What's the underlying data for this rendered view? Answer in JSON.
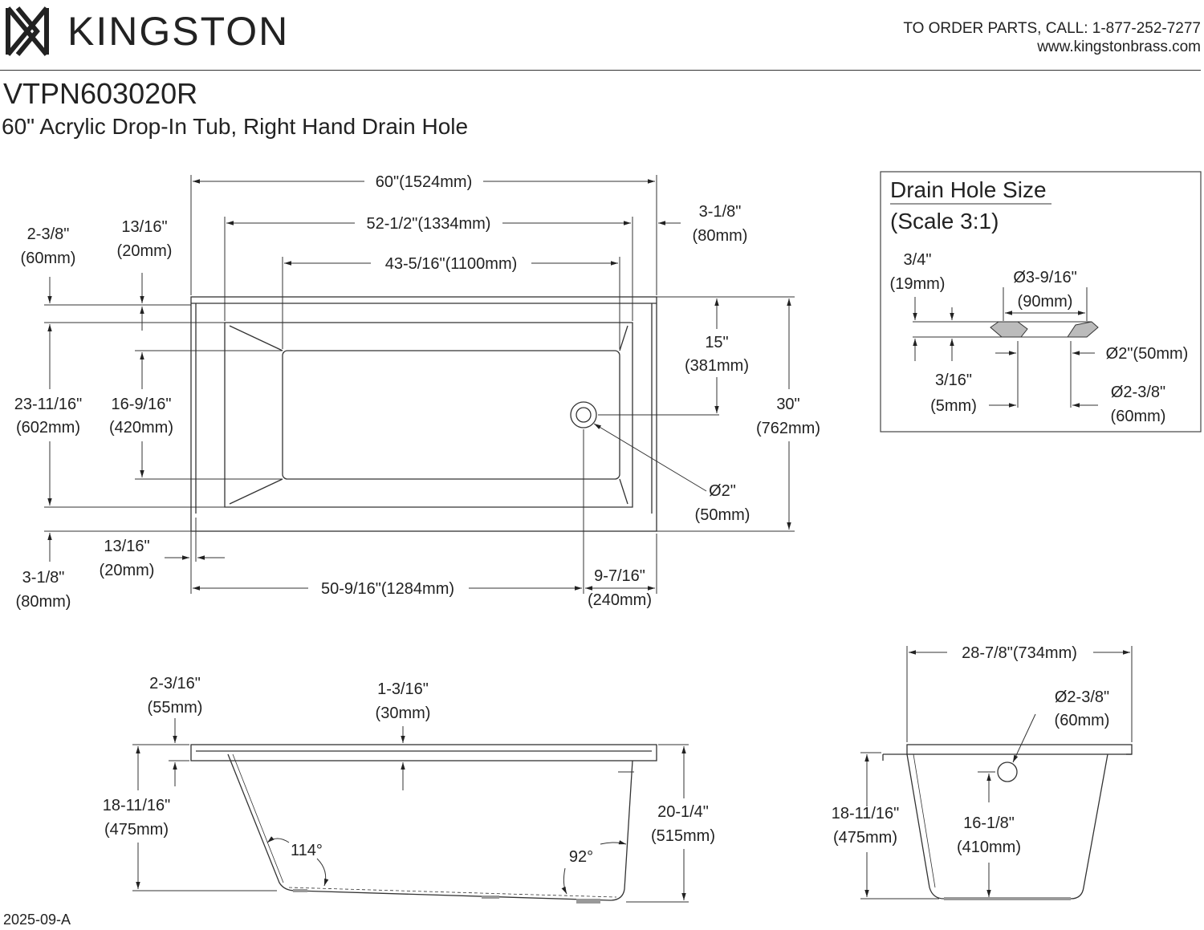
{
  "header": {
    "brand": "KINGSTON",
    "order_line": "TO ORDER PARTS, CALL: 1-877-252-7277",
    "website": "www.kingstonbrass.com",
    "model": "VTPN603020R",
    "description": "60\" Acrylic Drop-In Tub, Right Hand Drain Hole"
  },
  "top_view": {
    "d_60": "60\"(1524mm)",
    "d_52": "52-1/2\"(1334mm)",
    "d_43": "43-5/16\"(1100mm)",
    "d_318_tr_a": "3-1/8\"",
    "d_318_tr_b": "(80mm)",
    "d_238_a": "2-3/8\"",
    "d_238_b": "(60mm)",
    "d_1316_top_a": "13/16\"",
    "d_1316_top_b": "(20mm)",
    "d_2311_a": "23-11/16\"",
    "d_2311_b": "(602mm)",
    "d_169_a": "16-9/16\"",
    "d_169_b": "(420mm)",
    "d_15_a": "15\"",
    "d_15_b": "(381mm)",
    "d_30_a": "30\"",
    "d_30_b": "(762mm)",
    "d_phi2_a": "Ø2\"",
    "d_phi2_b": "(50mm)",
    "d_1316_bot_a": "13/16\"",
    "d_1316_bot_b": "(20mm)",
    "d_318_bl_a": "3-1/8\"",
    "d_318_bl_b": "(80mm)",
    "d_509": "50-9/16\"(1284mm)",
    "d_97_a": "9-7/16\"",
    "d_97_b": "(240mm)"
  },
  "drain_detail": {
    "title": "Drain Hole Size",
    "scale": "(Scale 3:1)",
    "d_34_a": "3/4\"",
    "d_34_b": "(19mm)",
    "d_phi3916_a": "Ø3-9/16\"",
    "d_phi3916_b": "(90mm)",
    "d_phi2": "Ø2\"(50mm)",
    "d_316_a": "3/16\"",
    "d_316_b": "(5mm)",
    "d_phi238_a": "Ø2-3/8\"",
    "d_phi238_b": "(60mm)"
  },
  "side_view": {
    "d_2316_a": "2-3/16\"",
    "d_2316_b": "(55mm)",
    "d_1316_a": "1-3/16\"",
    "d_1316_b": "(30mm)",
    "d_1811_a": "18-11/16\"",
    "d_1811_b": "(475mm)",
    "d_2014_a": "20-1/4\"",
    "d_2014_b": "(515mm)",
    "angle_114": "114°",
    "angle_92": "92°"
  },
  "end_view": {
    "d_2878": "28-7/8\"(734mm)",
    "d_phi238_a": "Ø2-3/8\"",
    "d_phi238_b": "(60mm)",
    "d_1811_a": "18-11/16\"",
    "d_1811_b": "(475mm)",
    "d_1618_a": "16-1/8\"",
    "d_1618_b": "(410mm)"
  },
  "footer": {
    "revision": "2025-09-A"
  }
}
